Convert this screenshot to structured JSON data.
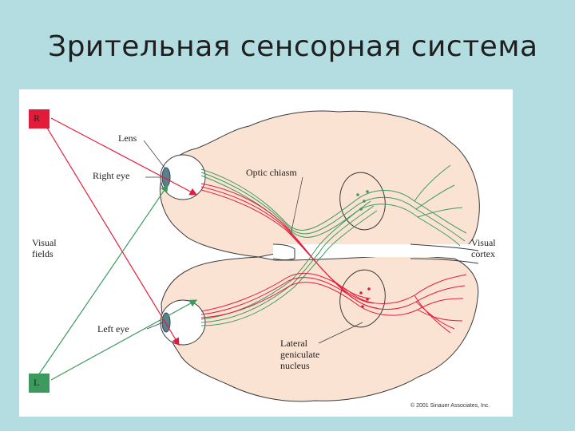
{
  "slide": {
    "title": "Зрительная сенсорная система"
  },
  "figure": {
    "labels": {
      "box_r": "R",
      "box_l": "L",
      "lens": "Lens",
      "right_eye": "Right eye",
      "left_eye": "Left eye",
      "visual_fields_1": "Visual",
      "visual_fields_2": "fields",
      "optic_chiasm": "Optic chiasm",
      "visual_cortex_1": "Visual",
      "visual_cortex_2": "cortex",
      "lgn_1": "Lateral",
      "lgn_2": "geniculate",
      "lgn_3": "nucleus"
    },
    "copyright": "© 2001 Sinauer Associates, Inc."
  },
  "colors": {
    "right_field": "#e31b3a",
    "left_field": "#3c9a5f",
    "brain": "#fbe3d3",
    "brain_outline": "#3a3a3a",
    "background": "#b3dde0"
  }
}
